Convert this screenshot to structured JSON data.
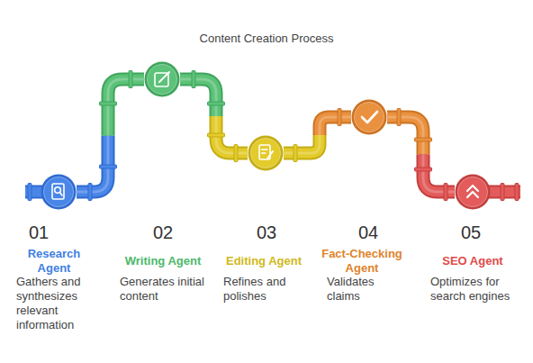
{
  "diagram": {
    "title": "Content Creation Process",
    "nodes": [
      {
        "text": [
          "01",
          "Research Agent",
          "Gathers and synthesizes relevant information"
        ]
      },
      {
        "text": [
          "02",
          "Writing Agent",
          "Generates initial content"
        ]
      },
      {
        "text": [
          "03",
          "Editing Agent",
          "Refines and polishes"
        ]
      },
      {
        "text": [
          "04",
          "Fact-Checking Agent",
          "Validates claims"
        ]
      },
      {
        "text": [
          "05",
          "SEO Agent",
          "Optimizes for search engines"
        ]
      }
    ],
    "edges": [
      {
        "from": 0,
        "to": 1,
        "arrow": "none"
      },
      {
        "from": 1,
        "to": 2,
        "arrow": "none"
      },
      {
        "from": 2,
        "to": 3,
        "arrow": "none"
      },
      {
        "from": 3,
        "to": 4,
        "arrow": "none"
      }
    ]
  }
}
